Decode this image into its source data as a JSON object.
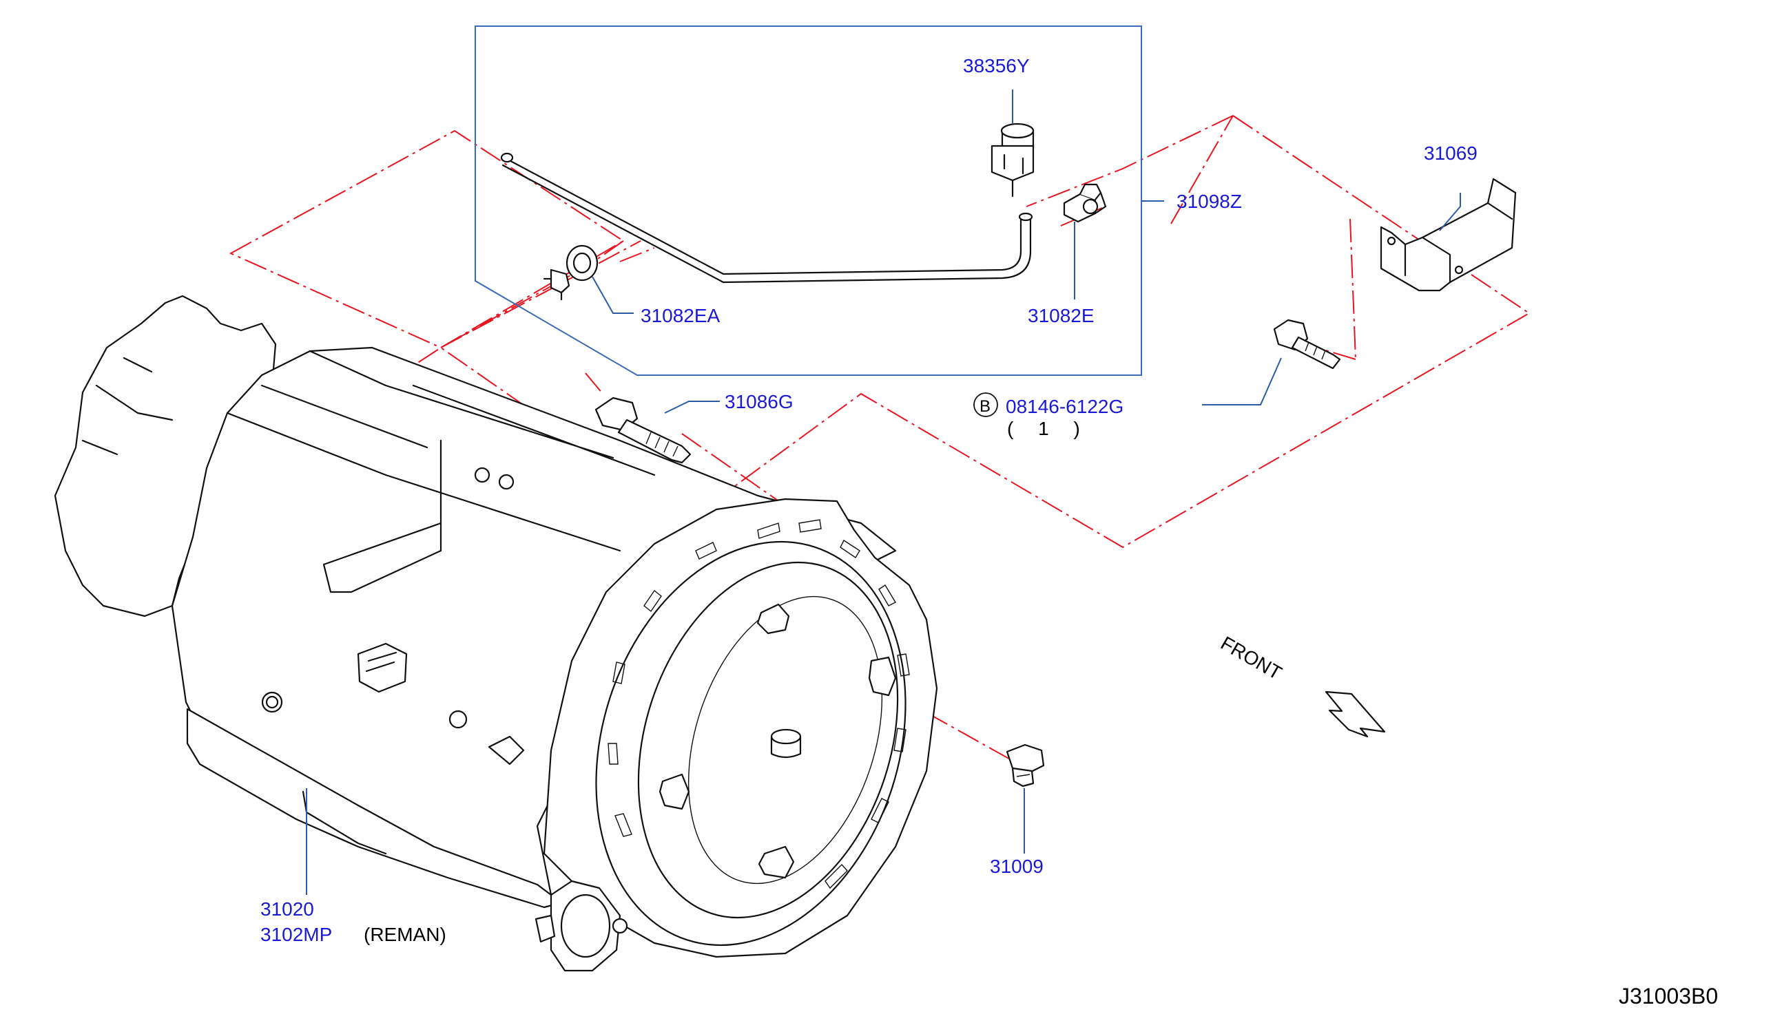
{
  "diagram_id": "J31003B0",
  "front_label": "FRONT",
  "callouts": {
    "p38356Y": "38356Y",
    "p31098Z": "31098Z",
    "p31069": "31069",
    "p31082EA": "31082EA",
    "p31082E": "31082E",
    "p31086G": "31086G",
    "bolt_symbol": "B",
    "p08146": "08146-6122G",
    "p08146_qty": "( 1 )",
    "p31009": "31009",
    "p31020": "31020",
    "p3102MP": "3102MP",
    "reman": "(REMAN)"
  },
  "colors": {
    "part_number": "#1a1ad6",
    "phantom_line": "#e8141f",
    "leader_line": "#2b5aa8",
    "outline": "#111111"
  }
}
